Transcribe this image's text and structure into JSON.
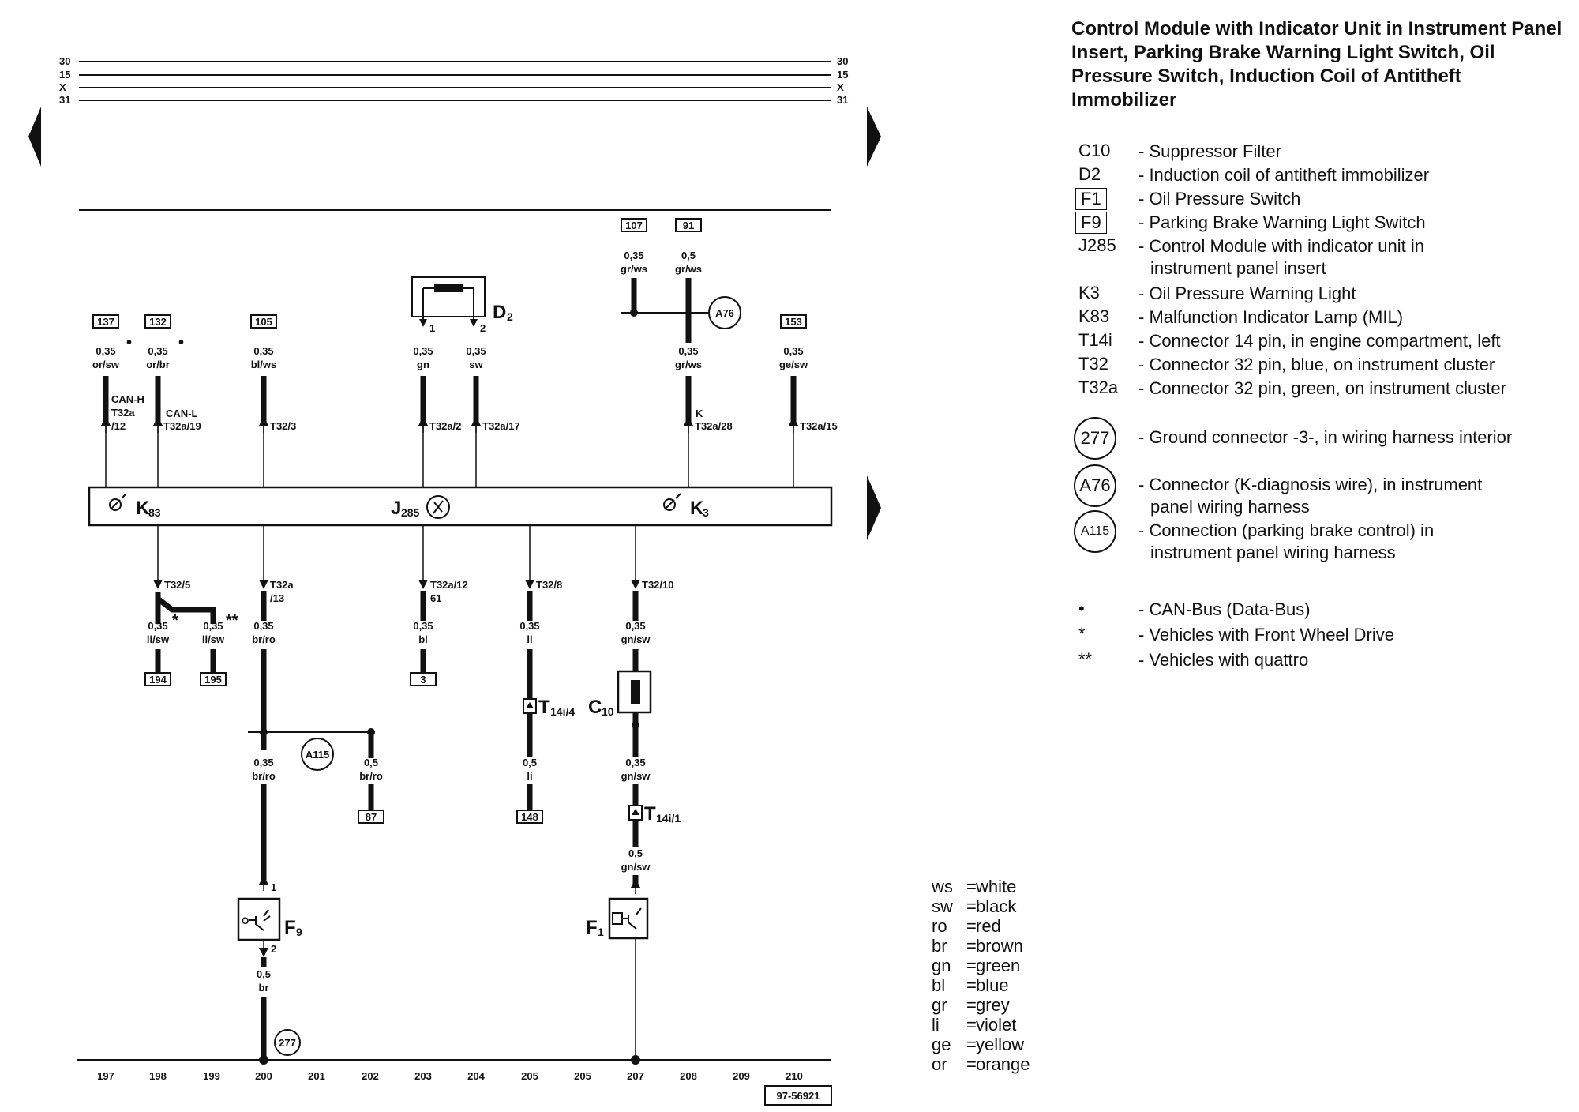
{
  "title": "Control Module with Indicator Unit in Instrument Panel Insert, Parking Brake Warning Light Switch, Oil Pressure Switch, Induction Coil of Antitheft Immobilizer",
  "rails": [
    "30",
    "15",
    "X",
    "31"
  ],
  "components": {
    "K83": "K",
    "K83_sub": "83",
    "J285": "J",
    "J285_sub": "285",
    "K3": "K",
    "K3_sub": "3",
    "D2": "D",
    "D2_sub": "2",
    "C10": "C",
    "C10_sub": "10",
    "F9": "F",
    "F9_sub": "9",
    "F1": "F",
    "F1_sub": "1",
    "T14i4": "T",
    "T14i4_sub": "14i/4",
    "T14i1": "T",
    "T14i1_sub": "14i/1",
    "A76": "A76",
    "A115": "A115",
    "G277": "277",
    "D2_pin1": "1",
    "D2_pin2": "2",
    "F9_pin1": "1",
    "F9_pin2": "2"
  },
  "upper_wires": [
    {
      "ref": "137",
      "size": "0,35",
      "color": "or/sw",
      "note": "CAN-H",
      "conn": "T32a",
      "conn2": "/12",
      "mark": "•"
    },
    {
      "ref": "132",
      "size": "0,35",
      "color": "or/br",
      "note": "CAN-L",
      "conn": "T32a/19",
      "mark": "•"
    },
    {
      "ref": "105",
      "size": "0,35",
      "color": "bl/ws",
      "conn": "T32/3"
    },
    {
      "size": "0,35",
      "color": "gn",
      "conn": "T32a/2"
    },
    {
      "size": "0,35",
      "color": "sw",
      "conn": "T32a/17"
    },
    {
      "ref": "107",
      "size": "0,35",
      "color": "gr/ws"
    },
    {
      "ref": "91",
      "size": "0,5",
      "color": "gr/ws"
    },
    {
      "size": "0,35",
      "color": "gr/ws",
      "note": "K",
      "conn": "T32a/28"
    },
    {
      "ref": "153",
      "size": "0,35",
      "color": "ge/sw",
      "conn": "T32a/15"
    }
  ],
  "lower_wires": [
    {
      "conn": "T32/5"
    },
    {
      "size": "0,35",
      "color": "li/sw",
      "mark": "*",
      "ref": "194"
    },
    {
      "size": "0,35",
      "color": "li/sw",
      "mark": "**",
      "ref": "195"
    },
    {
      "conn": "T32a",
      "conn2": "/13",
      "size": "0,35",
      "color": "br/ro"
    },
    {
      "size": "0,35",
      "color": "br/ro"
    },
    {
      "size": "0,5",
      "color": "br/ro",
      "ref": "87"
    },
    {
      "size": "0,5",
      "color": "br"
    },
    {
      "conn": "T32a/12",
      "conn2": "61",
      "size": "0,35",
      "color": "bl",
      "ref": "3"
    },
    {
      "conn": "T32/8",
      "size": "0,35",
      "color": "li"
    },
    {
      "size": "0,5",
      "color": "li",
      "ref": "148"
    },
    {
      "conn": "T32/10",
      "size": "0,35",
      "color": "gn/sw"
    },
    {
      "size": "0,35",
      "color": "gn/sw"
    },
    {
      "size": "0,5",
      "color": "gn/sw"
    }
  ],
  "bottom_numbers": [
    "197",
    "198",
    "199",
    "200",
    "201",
    "202",
    "203",
    "204",
    "205",
    "205",
    "207",
    "208",
    "209",
    "210"
  ],
  "doc_number": "97-56921",
  "legend": [
    {
      "key": "C10",
      "style": "plain",
      "desc": "- Suppressor Filter"
    },
    {
      "key": "D2",
      "style": "plain",
      "desc": "- Induction coil of antitheft immobilizer"
    },
    {
      "key": "F1",
      "style": "box",
      "desc": "- Oil Pressure Switch"
    },
    {
      "key": "F9",
      "style": "box",
      "desc": "- Parking Brake Warning Light Switch"
    },
    {
      "key": "J285",
      "style": "plain",
      "desc": "- Control Module with indicator unit in",
      "desc2": "instrument panel insert"
    },
    {
      "key": "K3",
      "style": "plain",
      "desc": "- Oil Pressure Warning Light"
    },
    {
      "key": "K83",
      "style": "plain",
      "desc": "- Malfunction Indicator Lamp (MIL)"
    },
    {
      "key": "T14i",
      "style": "plain",
      "desc": "- Connector 14 pin, in engine compartment, left"
    },
    {
      "key": "T32",
      "style": "plain",
      "desc": "- Connector 32 pin, blue, on instrument cluster"
    },
    {
      "key": "T32a",
      "style": "plain",
      "desc": "- Connector 32 pin, green, on instrument cluster"
    },
    {
      "key": "277",
      "style": "circle",
      "desc": "- Ground connector -3-, in wiring harness interior"
    },
    {
      "key": "A76",
      "style": "circle",
      "desc": "- Connector (K-diagnosis wire), in instrument",
      "desc2": "panel wiring harness"
    },
    {
      "key": "A115",
      "style": "circle",
      "desc": "- Connection (parking brake control) in",
      "desc2": "instrument panel wiring harness"
    },
    {
      "key": "•",
      "style": "plain",
      "desc": "- CAN-Bus (Data-Bus)"
    },
    {
      "key": "*",
      "style": "plain",
      "desc": "- Vehicles with Front Wheel Drive"
    },
    {
      "key": "**",
      "style": "plain",
      "desc": "- Vehicles with quattro"
    }
  ],
  "color_codes": [
    {
      "code": "ws",
      "name": "white"
    },
    {
      "code": "sw",
      "name": "black"
    },
    {
      "code": "ro",
      "name": "red"
    },
    {
      "code": "br",
      "name": "brown"
    },
    {
      "code": "gn",
      "name": "green"
    },
    {
      "code": "bl",
      "name": "blue"
    },
    {
      "code": "gr",
      "name": "grey"
    },
    {
      "code": "li",
      "name": "violet"
    },
    {
      "code": "ge",
      "name": "yellow"
    },
    {
      "code": "or",
      "name": "orange"
    }
  ]
}
